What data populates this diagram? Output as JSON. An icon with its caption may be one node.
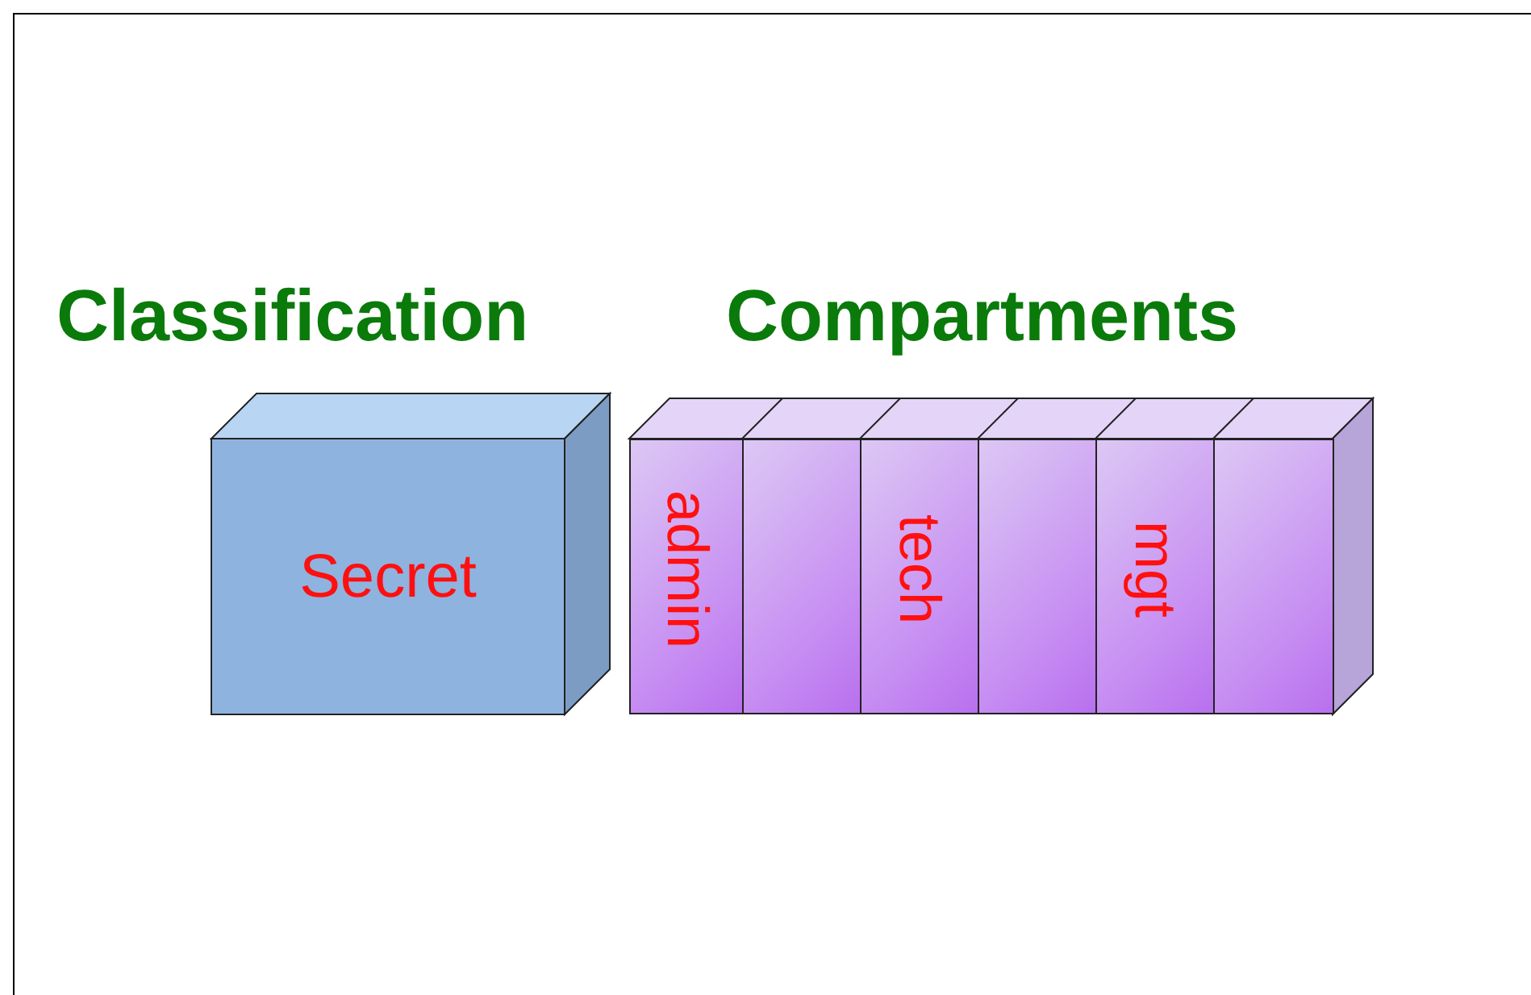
{
  "diagram": {
    "nodes": [
      {
        "text": [
          "Classification",
          "Secret"
        ]
      },
      {
        "text": [
          "Compartments"
        ]
      },
      {
        "text": [
          "admin"
        ],
        "in": 1
      },
      {
        "text": [],
        "shape": "box",
        "in": 1
      },
      {
        "text": [
          "tech"
        ],
        "in": 1
      },
      {
        "text": [],
        "shape": "box",
        "in": 1
      },
      {
        "text": [
          "mgt"
        ],
        "in": 1
      },
      {
        "text": [],
        "shape": "box",
        "in": 1
      }
    ]
  }
}
